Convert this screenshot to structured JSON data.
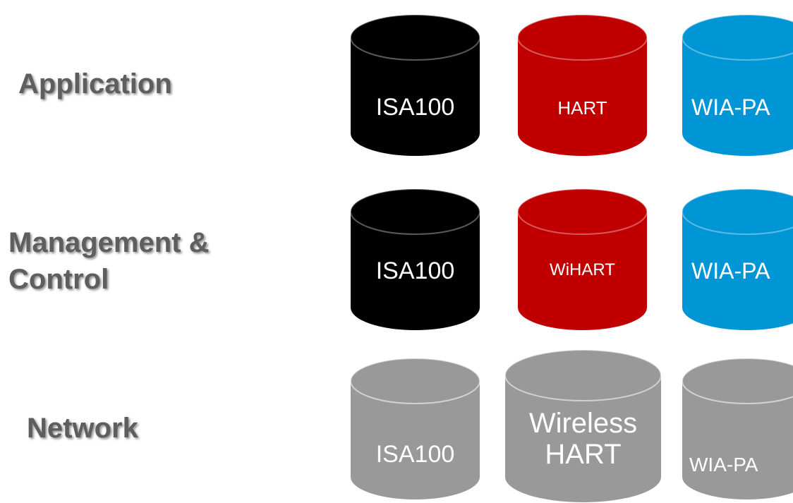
{
  "layers": [
    {
      "label_lines": [
        "Application"
      ]
    },
    {
      "label_lines": [
        "Management &",
        "Control"
      ]
    },
    {
      "label_lines": [
        "Network"
      ]
    }
  ],
  "colors": {
    "isa100": "#000000",
    "hart": "#c00000",
    "wia_pa": "#0096d6",
    "network": "#999999",
    "label_text": "#5e5e5e"
  },
  "cylinders": {
    "application": [
      {
        "text_lines": [
          "ISA100"
        ],
        "color": "#000000"
      },
      {
        "text_lines": [
          "HART"
        ],
        "color": "#c00000"
      },
      {
        "text_lines": [
          "WIA-PA"
        ],
        "color": "#0096d6"
      }
    ],
    "management_control": [
      {
        "text_lines": [
          "ISA100"
        ],
        "color": "#000000"
      },
      {
        "text_lines": [
          "WiHART"
        ],
        "color": "#c00000"
      },
      {
        "text_lines": [
          "WIA-PA"
        ],
        "color": "#0096d6"
      }
    ],
    "network": [
      {
        "text_lines": [
          "ISA100"
        ],
        "color": "#999999"
      },
      {
        "text_lines": [
          "Wireless",
          "HART"
        ],
        "color": "#999999"
      },
      {
        "text_lines": [
          "WIA-PA"
        ],
        "color": "#999999"
      }
    ]
  }
}
